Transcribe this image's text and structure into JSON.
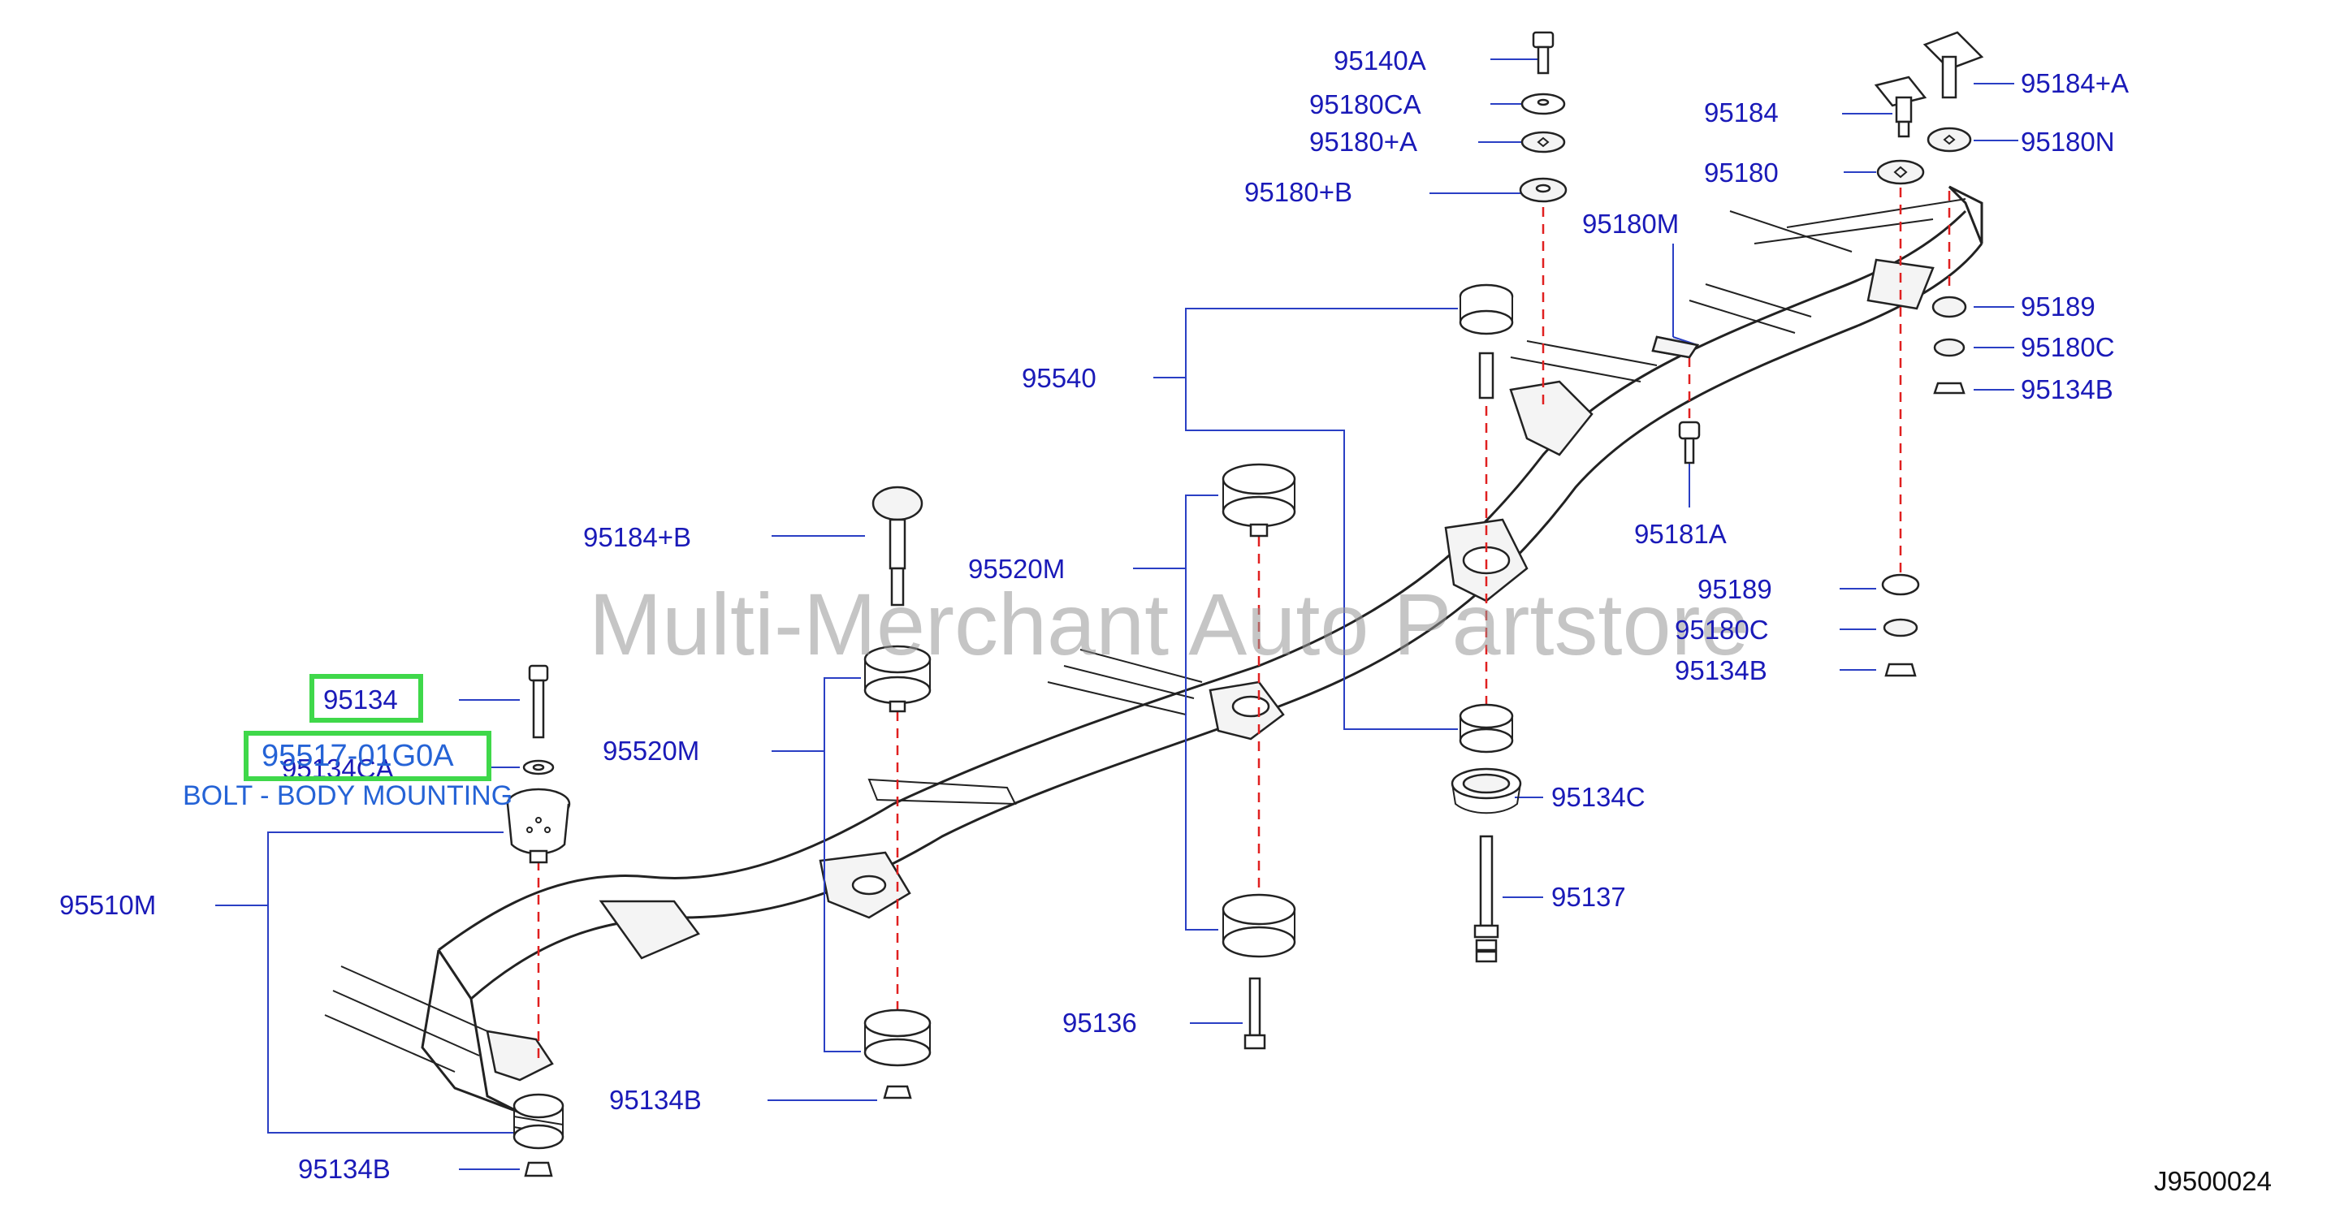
{
  "diagram": {
    "watermark": "Multi-Merchant Auto Partstore",
    "diagram_code": "J9500024",
    "selected": {
      "part_number": "95517-01G0A",
      "description": "BOLT - BODY MOUNTING",
      "ref_number": "95134"
    },
    "labels": [
      {
        "id": "95140A",
        "text": "95140A"
      },
      {
        "id": "95180CA",
        "text": "95180CA"
      },
      {
        "id": "95180A",
        "text": "95180+A"
      },
      {
        "id": "95180B",
        "text": "95180+B"
      },
      {
        "id": "95184",
        "text": "95184"
      },
      {
        "id": "95180",
        "text": "95180"
      },
      {
        "id": "95184A",
        "text": "95184+A"
      },
      {
        "id": "95180N",
        "text": "95180N"
      },
      {
        "id": "95180M",
        "text": "95180M"
      },
      {
        "id": "95189T",
        "text": "95189"
      },
      {
        "id": "95180CT",
        "text": "95180C"
      },
      {
        "id": "95134BT",
        "text": "95134B"
      },
      {
        "id": "95540",
        "text": "95540"
      },
      {
        "id": "95181A",
        "text": "95181A"
      },
      {
        "id": "95184B",
        "text": "95184+B"
      },
      {
        "id": "95520M1",
        "text": "95520M"
      },
      {
        "id": "95189M",
        "text": "95189"
      },
      {
        "id": "95180CM",
        "text": "95180C"
      },
      {
        "id": "95134BM",
        "text": "95134B"
      },
      {
        "id": "95134",
        "text": "95134"
      },
      {
        "id": "95134CA",
        "text": "95134CA"
      },
      {
        "id": "95520M2",
        "text": "95520M"
      },
      {
        "id": "95134C",
        "text": "95134C"
      },
      {
        "id": "95510M",
        "text": "95510M"
      },
      {
        "id": "95137",
        "text": "95137"
      },
      {
        "id": "95136",
        "text": "95136"
      },
      {
        "id": "95134BL",
        "text": "95134B"
      },
      {
        "id": "95134BB",
        "text": "95134B"
      }
    ]
  }
}
